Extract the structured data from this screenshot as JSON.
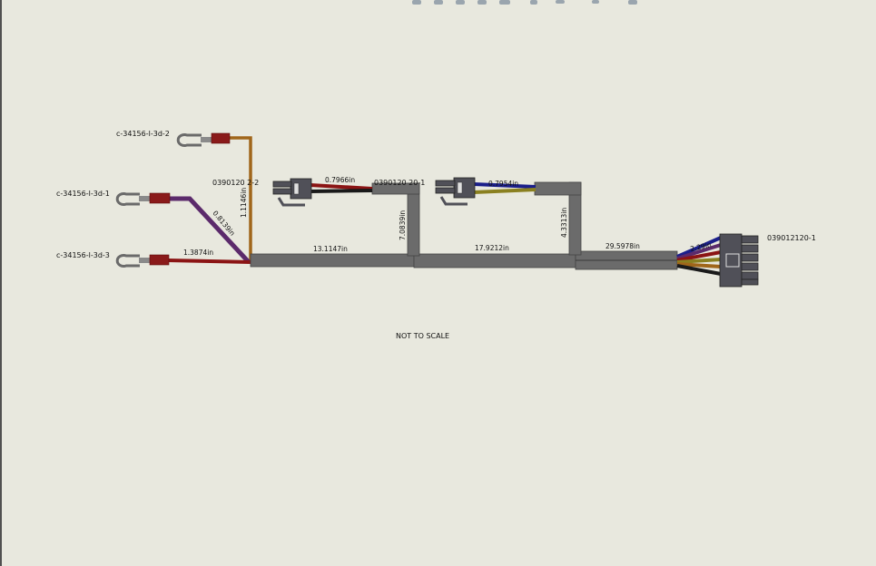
{
  "labels": {
    "ring1": "c-34156-l-3d-2",
    "ring2": "c-34156-l-3d-1",
    "ring3": "c-34156-l-3d-3",
    "conn_a": "0390120 2-2",
    "conn_b": "0390120 20-1",
    "conn_main": "039012120-1",
    "not_to_scale": "NOT TO SCALE"
  },
  "dimensions": {
    "d_brown": "1.1146in",
    "d_purple": "0.8139in",
    "d_red": "1.3874in",
    "d_seg1": "13.1147in",
    "d_seg2": "17.9212in",
    "d_seg3": "29.5978in",
    "d_vert1": "7.0839in",
    "d_vert2": "4.3313in",
    "d_short1": "0.7966in",
    "d_short2": "0.7954in",
    "d_fan": "2.29in"
  },
  "colors": {
    "background": "#e8e8de",
    "trunk": "#6b6b6b",
    "brown_wire": "#a0661a",
    "purple_wire": "#5b2a6b",
    "red_wire": "#8b1414",
    "blue_wire": "#1b1f8a",
    "olive_wire": "#8a8020",
    "connector_body": "#505058"
  }
}
